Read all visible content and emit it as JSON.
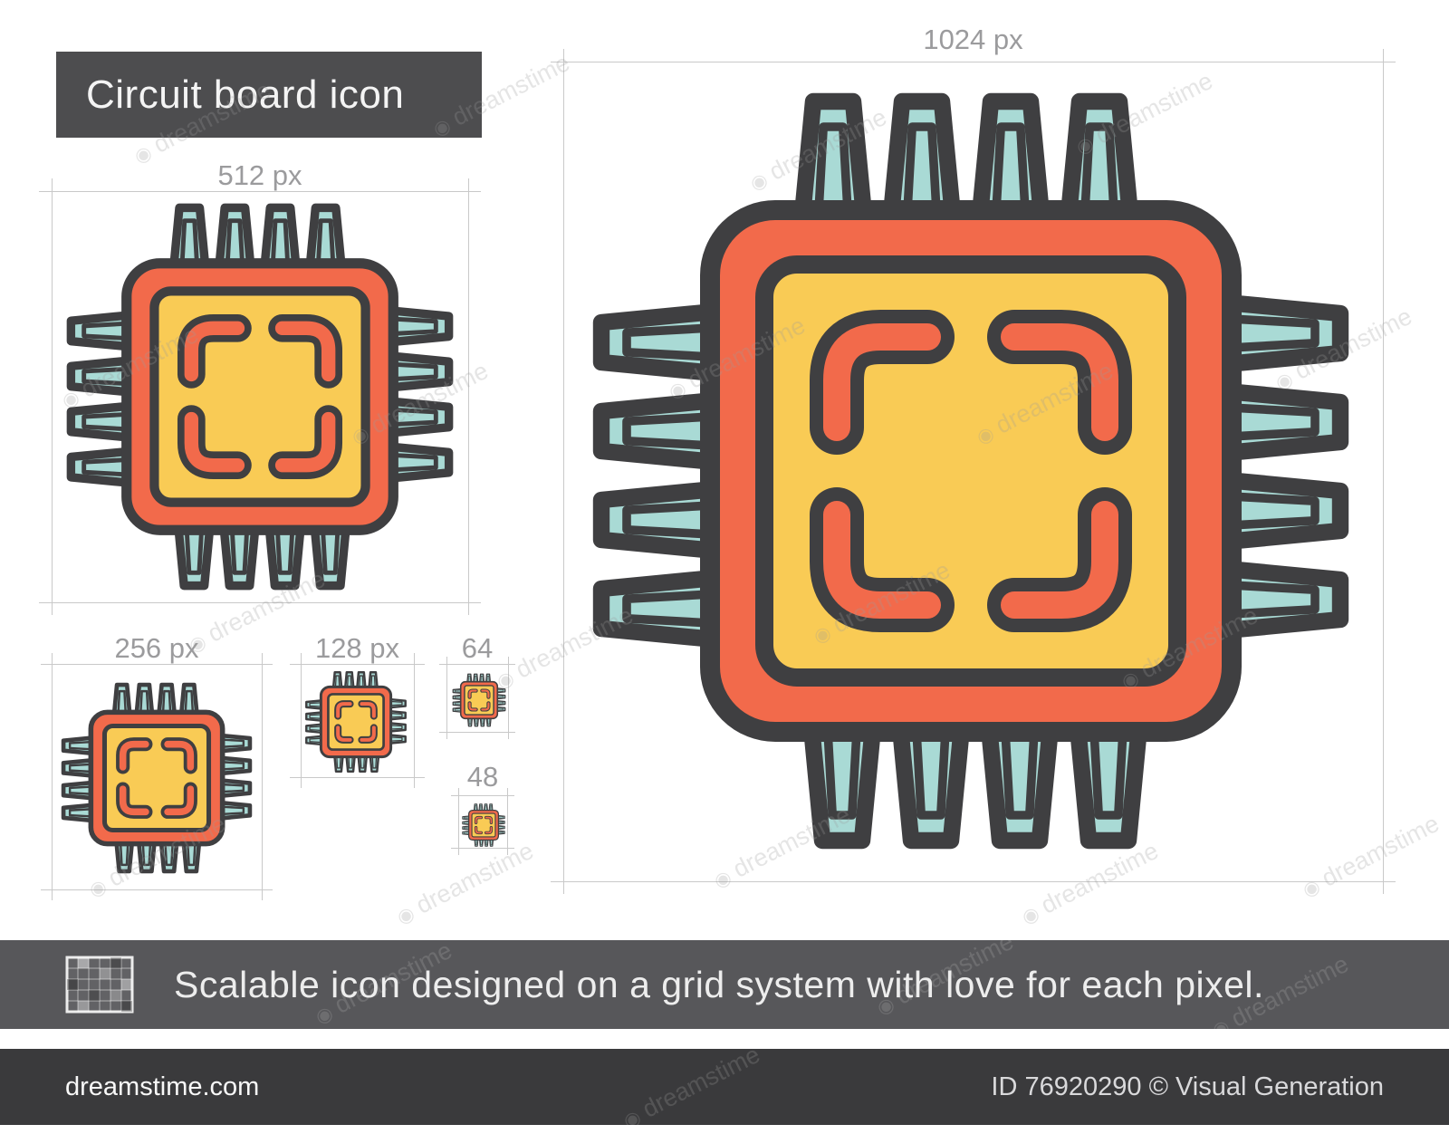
{
  "title": "Circuit board icon",
  "sizes": {
    "s1024": {
      "label": "1024 px"
    },
    "s512": {
      "label": "512 px"
    },
    "s256": {
      "label": "256 px"
    },
    "s128": {
      "label": "128 px"
    },
    "s64": {
      "label": "64"
    },
    "s48": {
      "label": "48"
    }
  },
  "icon": {
    "name": "circuit-board-icon"
  },
  "message": "Scalable icon designed on a grid system with love for each pixel.",
  "footer": {
    "site": "dreamstime.com",
    "credit": "ID 76920290 © Visual Generation"
  },
  "watermark": {
    "logo_glyph": "◉",
    "text": "dreamstime"
  },
  "colors": {
    "outline": "#3F3F41",
    "orange": "#F26A4B",
    "yellow": "#F9CB55",
    "teal": "#A9DAD5",
    "title_bar_bg": "#4D4D4F",
    "guide": "#C9C9C9",
    "label": "#9B9B9D",
    "message_bar_bg": "#57575A",
    "message_text": "#EDEDED",
    "footer_bg": "#3A3A3C",
    "footer_site": "#F8F8F8",
    "footer_credit": "#D9D9DB",
    "page_bg": "#FFFFFF",
    "watermark": "#9C9C9C"
  }
}
